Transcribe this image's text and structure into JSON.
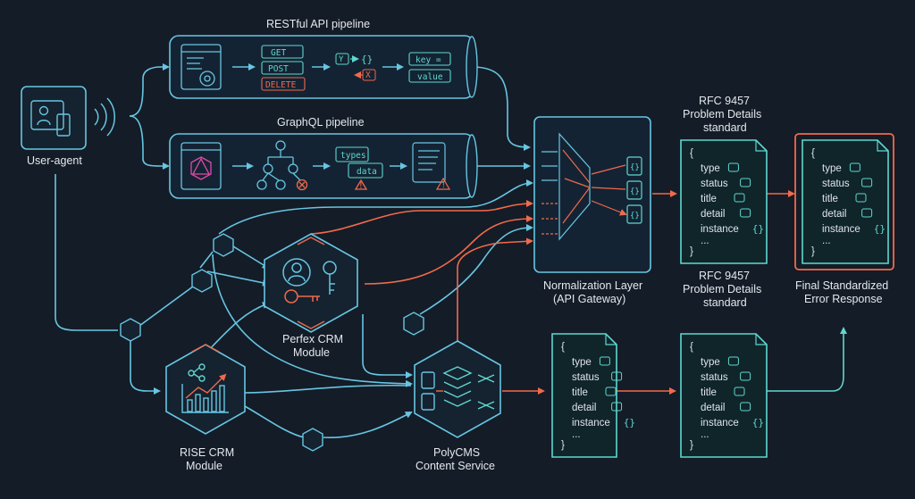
{
  "pipelines": {
    "rest_title": "RESTful API pipeline",
    "graphql_title": "GraphQL pipeline",
    "methods": [
      "GET",
      "POST",
      "DELETE"
    ],
    "kv": [
      "key =",
      "value"
    ],
    "types_label": "types",
    "data_label": "data"
  },
  "nodes": {
    "user_agent": "User-agent",
    "perfex": [
      "Perfex CRM",
      "Module"
    ],
    "rise": [
      "RISE CRM",
      "Module"
    ],
    "polycms": [
      "PolyCMS",
      "Content Service"
    ],
    "normalization": [
      "Normalization Layer",
      "(API Gateway)"
    ],
    "rfc_top": [
      "RFC 9457",
      "Problem Details",
      "standard"
    ],
    "rfc_mid": [
      "RFC 9457",
      "Problem Details",
      "standard"
    ],
    "final": [
      "Final Standardized",
      "Error Response"
    ]
  },
  "problem_doc": {
    "open": "{",
    "fields": [
      "type",
      "status",
      "title",
      "detail",
      "instance"
    ],
    "ellipsis": "...",
    "close": "}"
  },
  "colors": {
    "accent": "#5ed8d0",
    "line": "#67c6e2",
    "error": "#f06a4b",
    "background": "#141c27"
  }
}
